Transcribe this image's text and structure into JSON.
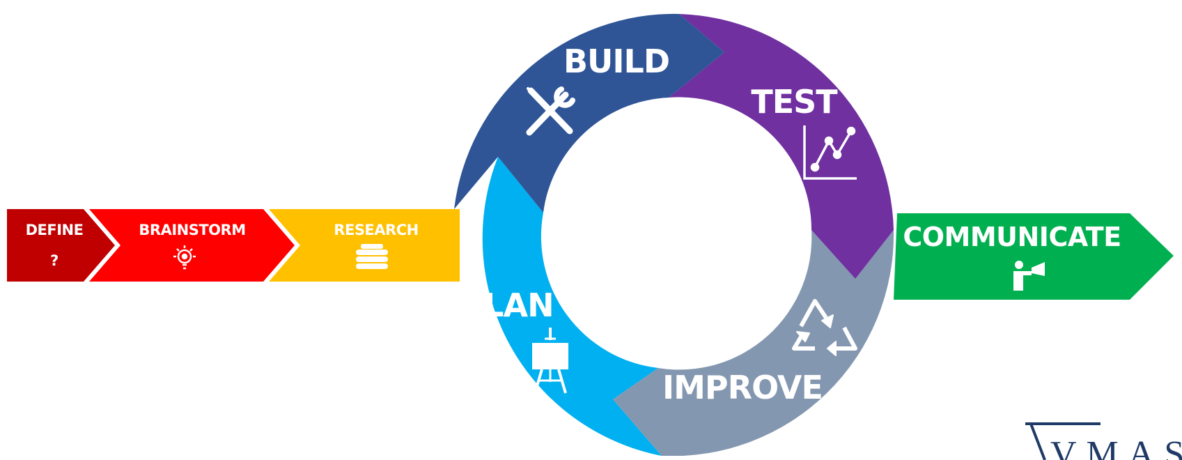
{
  "stages": {
    "define": {
      "label": "DEFINE",
      "mark": "?",
      "color": "#c00000",
      "icon": "question-mark-icon"
    },
    "brainstorm": {
      "label": "BRAINSTORM",
      "color": "#ff0000",
      "icon": "lightbulb-icon"
    },
    "research": {
      "label": "RESEARCH",
      "color": "#ffc000",
      "icon": "books-icon"
    },
    "communicate": {
      "label": "COMMUNICATE",
      "color": "#00b050",
      "icon": "presenter-icon"
    }
  },
  "cycle": {
    "build": {
      "label": "BUILD",
      "color": "#2f5597",
      "icon": "tools-icon"
    },
    "test": {
      "label": "TEST",
      "color": "#7030a0",
      "icon": "line-chart-icon"
    },
    "improve": {
      "label": "IMPROVE",
      "color": "#8497b0",
      "icon": "recycle-icon"
    },
    "plan": {
      "label": "PLAN",
      "color": "#00b0f0",
      "icon": "easel-icon"
    }
  },
  "logo": {
    "text": "VMASC",
    "color": "#1f3a66"
  }
}
